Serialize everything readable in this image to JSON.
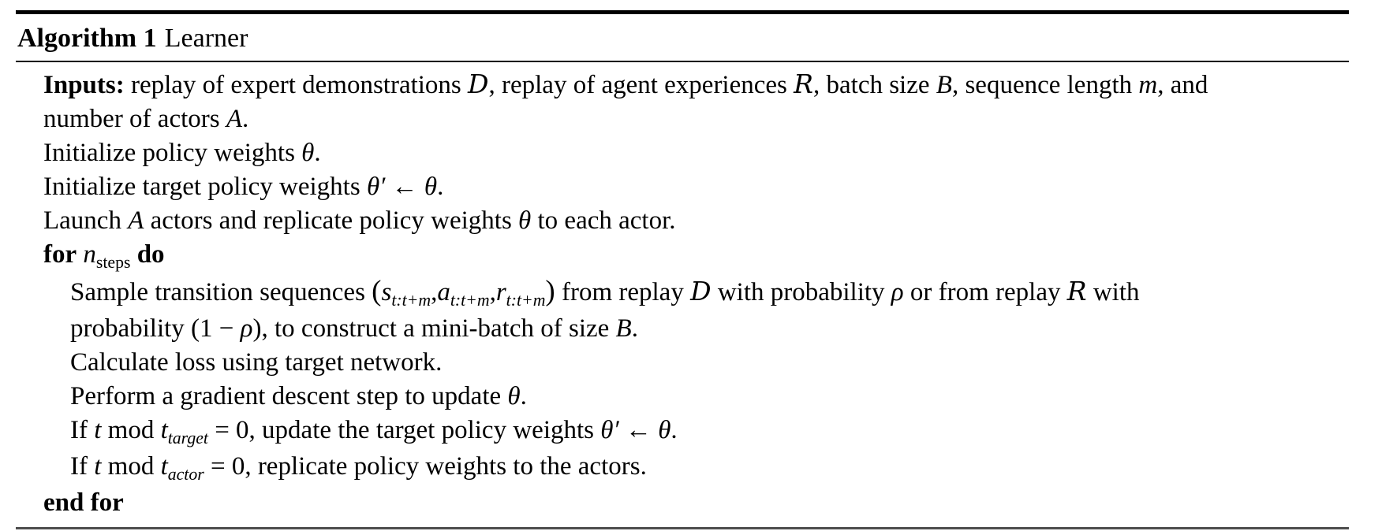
{
  "page": {
    "background_color": "#ffffff",
    "text_color": "#000000",
    "rule_colors": {
      "top": "#000000",
      "middle": "#000000",
      "bottom": "#4d4d4d"
    }
  },
  "algorithm": {
    "header": {
      "label": "Algorithm 1",
      "title": "Learner"
    },
    "lines": [
      {
        "indent": 1,
        "segments": [
          {
            "t": "Inputs:",
            "st": "b"
          },
          {
            "t": " replay of expert demonstrations "
          },
          {
            "t": "D",
            "st": "cal"
          },
          {
            "t": ", replay of agent experiences "
          },
          {
            "t": "R",
            "st": "cal"
          },
          {
            "t": ", batch size "
          },
          {
            "t": "B",
            "st": "i"
          },
          {
            "t": ", sequence length "
          },
          {
            "t": "m",
            "st": "i"
          },
          {
            "t": ", and"
          }
        ]
      },
      {
        "indent": 1,
        "segments": [
          {
            "t": "number of actors "
          },
          {
            "t": "A",
            "st": "i"
          },
          {
            "t": "."
          }
        ]
      },
      {
        "indent": 1,
        "segments": [
          {
            "t": "Initialize policy weights "
          },
          {
            "t": "θ",
            "st": "i"
          },
          {
            "t": "."
          }
        ]
      },
      {
        "indent": 1,
        "segments": [
          {
            "t": "Initialize target policy weights "
          },
          {
            "t": "θ′",
            "st": "i"
          },
          {
            "t": " ← "
          },
          {
            "t": "θ",
            "st": "i"
          },
          {
            "t": "."
          }
        ]
      },
      {
        "indent": 1,
        "segments": [
          {
            "t": "Launch "
          },
          {
            "t": "A",
            "st": "i"
          },
          {
            "t": " actors and replicate policy weights "
          },
          {
            "t": "θ",
            "st": "i"
          },
          {
            "t": " to each actor."
          }
        ]
      },
      {
        "indent": 1,
        "segments": [
          {
            "t": "for",
            "st": "b"
          },
          {
            "t": " "
          },
          {
            "t": "n",
            "st": "i"
          },
          {
            "t": "steps",
            "st": "sub"
          },
          {
            "t": " "
          },
          {
            "t": "do",
            "st": "b"
          }
        ]
      },
      {
        "indent": 2,
        "segments": [
          {
            "t": "Sample transition sequences "
          },
          {
            "t": "(",
            "st": "big"
          },
          {
            "t": "s",
            "st": "i"
          },
          {
            "t": "t:t+m",
            "st": "subi"
          },
          {
            "t": ","
          },
          {
            "t": "a",
            "st": "i"
          },
          {
            "t": "t:t+m",
            "st": "subi"
          },
          {
            "t": ","
          },
          {
            "t": "r",
            "st": "i"
          },
          {
            "t": "t:t+m",
            "st": "subi"
          },
          {
            "t": ")",
            "st": "big"
          },
          {
            "t": " from replay "
          },
          {
            "t": "D",
            "st": "cal"
          },
          {
            "t": " with probability "
          },
          {
            "t": "ρ",
            "st": "i"
          },
          {
            "t": " or from replay "
          },
          {
            "t": "R",
            "st": "cal"
          },
          {
            "t": " with"
          }
        ]
      },
      {
        "indent": 2,
        "segments": [
          {
            "t": "probability (1 − "
          },
          {
            "t": "ρ",
            "st": "i"
          },
          {
            "t": "), to construct a mini-batch of size "
          },
          {
            "t": "B",
            "st": "i"
          },
          {
            "t": "."
          }
        ]
      },
      {
        "indent": 2,
        "segments": [
          {
            "t": "Calculate loss using target network."
          }
        ]
      },
      {
        "indent": 2,
        "segments": [
          {
            "t": "Perform a gradient descent step to update "
          },
          {
            "t": "θ",
            "st": "i"
          },
          {
            "t": "."
          }
        ]
      },
      {
        "indent": 2,
        "segments": [
          {
            "t": "If "
          },
          {
            "t": "t",
            "st": "i"
          },
          {
            "t": " mod "
          },
          {
            "t": "t",
            "st": "i"
          },
          {
            "t": "target",
            "st": "subi"
          },
          {
            "t": " = 0, update the target policy weights "
          },
          {
            "t": "θ′",
            "st": "i"
          },
          {
            "t": " ← "
          },
          {
            "t": "θ",
            "st": "i"
          },
          {
            "t": "."
          }
        ]
      },
      {
        "indent": 2,
        "segments": [
          {
            "t": "If "
          },
          {
            "t": "t",
            "st": "i"
          },
          {
            "t": " mod "
          },
          {
            "t": "t",
            "st": "i"
          },
          {
            "t": "actor",
            "st": "subi"
          },
          {
            "t": " = 0, replicate policy weights to the actors."
          }
        ]
      },
      {
        "indent": 1,
        "segments": [
          {
            "t": "end for",
            "st": "b"
          }
        ]
      }
    ]
  }
}
